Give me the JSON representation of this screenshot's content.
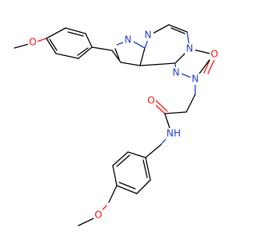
{
  "diagram": {
    "colors": {
      "bond": "#000000",
      "nitrogen": "#1f3fd6",
      "oxygen": "#ff1010",
      "background": "#ffffff"
    },
    "atom_labels": {
      "o_left": "O",
      "n_pyrazole_1": "N",
      "n_pyrazole_2": "N",
      "n_triazole_bridge": "N",
      "o_carbonyl_ring": "O",
      "n_triazole_lower": "N",
      "n_triazole_n2": "N",
      "o_amide": "O",
      "nh_amide": "NH",
      "o_bottom": "O"
    }
  }
}
